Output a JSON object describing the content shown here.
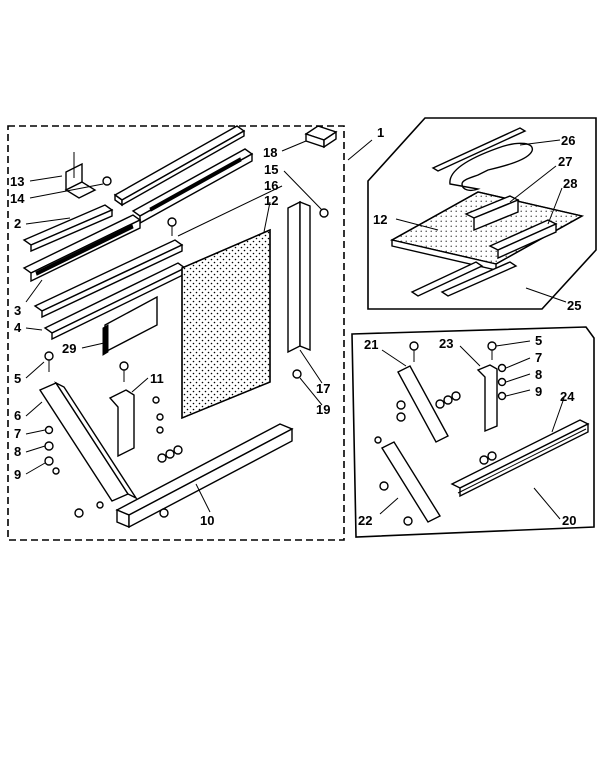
{
  "labels": {
    "l1": "1",
    "l2": "2",
    "l3": "3",
    "l4": "4",
    "l5": "5",
    "l6": "6",
    "l7": "7",
    "l8": "8",
    "l9": "9",
    "l10": "10",
    "l11": "11",
    "l12": "12",
    "l13": "13",
    "l14": "14",
    "l15": "15",
    "l16": "16",
    "l17": "17",
    "l18": "18",
    "l19": "19",
    "l29": "29",
    "r5": "5",
    "r7": "7",
    "r8": "8",
    "r9": "9",
    "r12": "12",
    "r20": "20",
    "r21": "21",
    "r22": "22",
    "r23": "23",
    "r24": "24",
    "r25": "25",
    "r26": "26",
    "r27": "27",
    "r28": "28"
  }
}
